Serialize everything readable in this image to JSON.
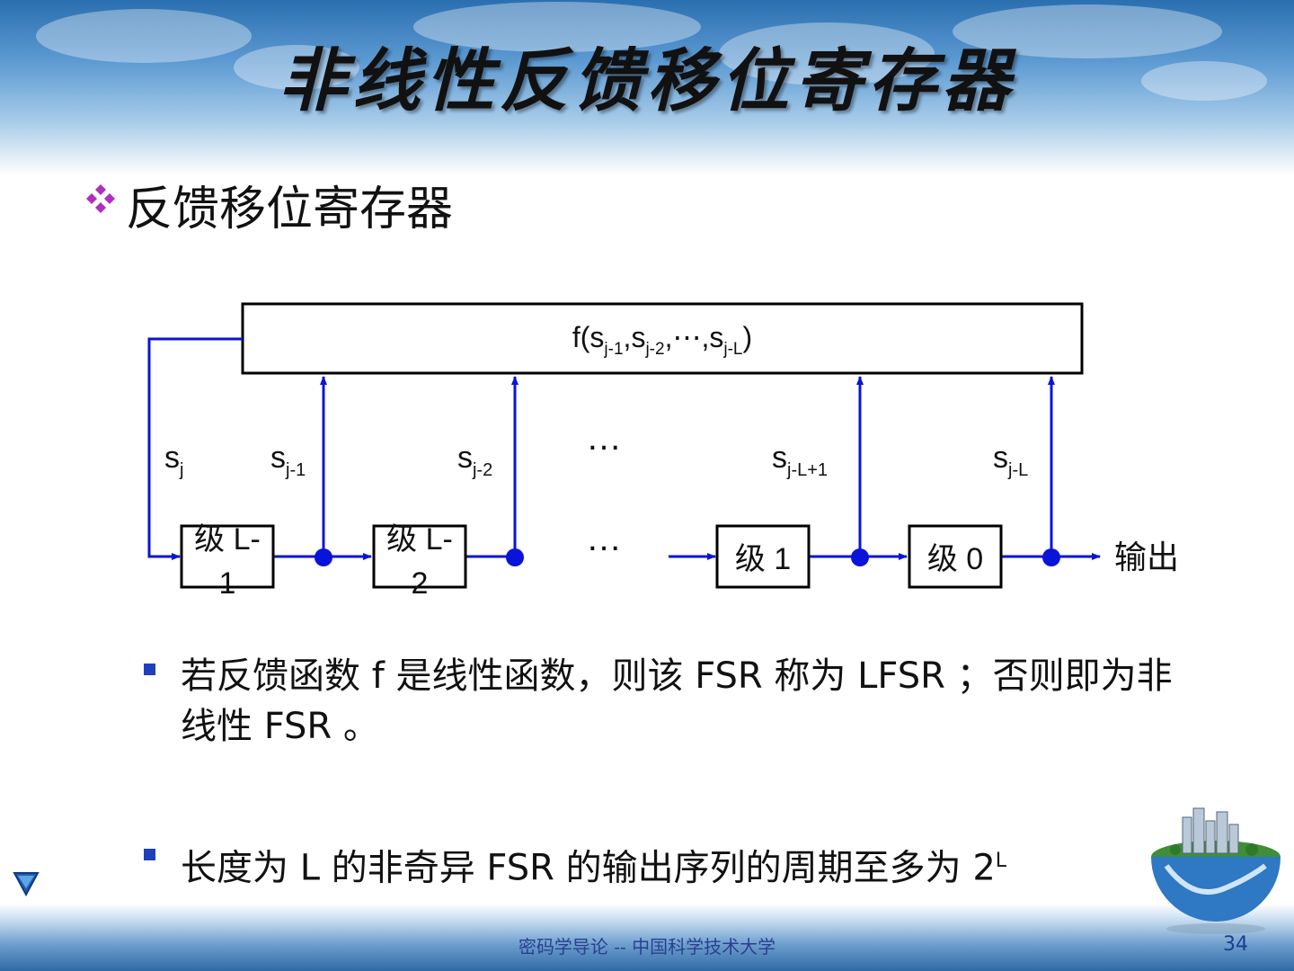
{
  "slide": {
    "title": "非线性反馈移位寄存器",
    "main_bullet": "反馈移位寄存器",
    "footer": "密码学导论 -- 中国科学技术大学",
    "page_number": "34"
  },
  "diagram": {
    "function_box": {
      "prefix": "f(s",
      "sub1": "j-1",
      "sep1": ",s",
      "sub2": "j-2",
      "sep2": ",⋯,s",
      "sub3": "j-L",
      "suffix": ")"
    },
    "signal_labels": [
      {
        "base": "s",
        "sub": "j"
      },
      {
        "base": "s",
        "sub": "j-1"
      },
      {
        "base": "s",
        "sub": "j-2"
      },
      {
        "base": "s",
        "sub": "j-L+1"
      },
      {
        "base": "s",
        "sub": "j-L"
      }
    ],
    "stages": [
      {
        "line1": "级 L-",
        "line2": "1"
      },
      {
        "line1": "级 L-",
        "line2": "2"
      },
      {
        "line1": "级 1"
      },
      {
        "line1": "级 0"
      }
    ],
    "ellipsis": "…",
    "output_label": "输出"
  },
  "bullets": [
    {
      "text": "若反馈函数 f 是线性函数，则该 FSR 称为 LFSR ；否则即为非线性 FSR 。"
    },
    {
      "text": "长度为 L 的非奇异 FSR 的输出序列的周期至多为 2",
      "sup": "L"
    }
  ],
  "colors": {
    "accent_line": "#0a14d8",
    "diamond": "#b02fc0",
    "square_bullet": "#1f3fbf",
    "header_blue": "#2a6fb0"
  },
  "icons": [
    "diamond-bullet-icon",
    "square-bullet-icon",
    "nav-triangle-icon",
    "globe-city-icon"
  ]
}
